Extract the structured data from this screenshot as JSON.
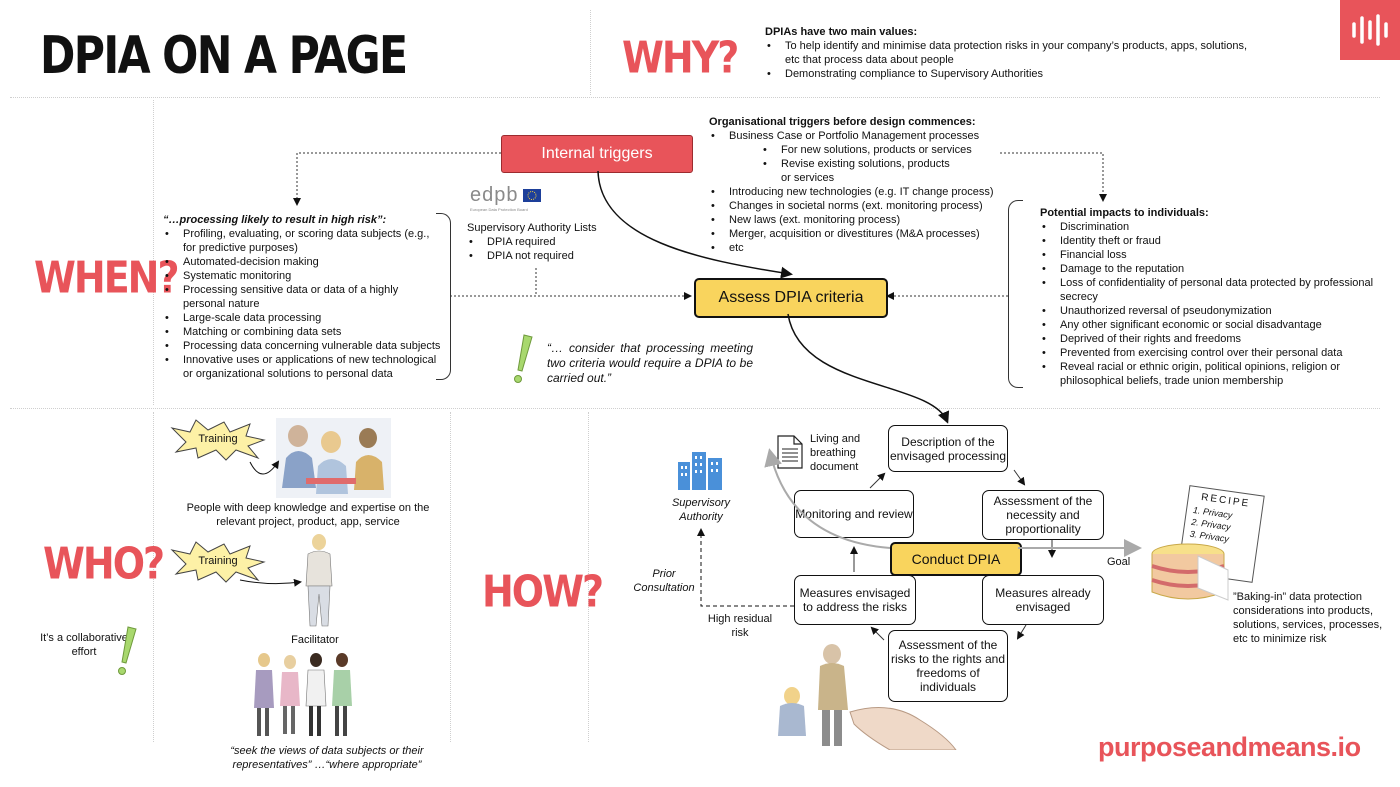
{
  "title": "DPIA ON A PAGE",
  "logo": {
    "icon": "waveform-icon",
    "color": "#e8545a"
  },
  "colors": {
    "accent": "#e8545a",
    "yellow": "#f9d45d"
  },
  "why": {
    "label": "WHY?",
    "heading": "DPIAs have two main values:",
    "items": [
      "To help identify and minimise data protection risks in your company’s products, apps, solutions, etc that process data about people",
      "Demonstrating compliance to Supervisory Authorities"
    ]
  },
  "when": {
    "label": "WHEN?",
    "internal_triggers": "Internal triggers",
    "assess": "Assess DPIA criteria",
    "high_risk": {
      "heading": "“…processing likely to result in high risk”:",
      "items": [
        "Profiling, evaluating, or scoring data subjects (e.g., for predictive purposes)",
        "Automated-decision making",
        "Systematic monitoring",
        "Processing sensitive data or data of a highly personal nature",
        "Large-scale data processing",
        "Matching or combining data sets",
        "Processing data concerning vulnerable data subjects",
        "Innovative uses or applications of new technological or organizational solutions to personal data"
      ]
    },
    "edpb": {
      "logo_text": "edpb",
      "logo_sub": "European Data Protection Board",
      "heading": "Supervisory Authority Lists",
      "items": [
        "DPIA required",
        "DPIA not required"
      ]
    },
    "org_triggers": {
      "heading": "Organisational triggers before design commences:",
      "item1": "Business Case or Portfolio Management processes",
      "sub": [
        "For new solutions, products or services",
        "Revise existing solutions, products or services"
      ],
      "items": [
        "Introducing new technologies (e.g. IT change process)",
        "Changes in societal norms (ext. monitoring process)",
        "New laws (ext. monitoring process)",
        "Merger, acquisition or divestitures (M&A processes)",
        "etc"
      ]
    },
    "impacts": {
      "heading": "Potential impacts to individuals:",
      "items": [
        "Discrimination",
        "Identity theft or fraud",
        "Financial loss",
        "Damage to the reputation",
        "Loss of confidentiality of personal data protected by professional secrecy",
        "Unauthorized reversal of pseudonymization",
        "Any other significant economic or social disadvantage",
        "Deprived of their rights and freedoms",
        "Prevented from exercising control over their personal data",
        "Reveal racial or ethnic origin, political opinions, religion or philosophical beliefs, trade union membership"
      ]
    },
    "quote": "“… consider that processing meeting two criteria would require a DPIA to be carried out.”"
  },
  "who": {
    "label": "WHO?",
    "training1": "Training",
    "training2": "Training",
    "people": "People with deep knowledge and expertise on the relevant project, product, app, service",
    "facilitator": "Facilitator",
    "collab": "It’s a collaborative effort",
    "quote": "“seek the views of data subjects or their representatives” …“where appropriate”"
  },
  "how": {
    "label": "HOW?",
    "supervisory": "Supervisory Authority",
    "prior": "Prior Consultation",
    "residual": "High residual risk",
    "living": "Living and breathing document",
    "description": "Description of the envisaged processing",
    "assessment_necessity": "Assessment of the necessity and proportionality",
    "monitoring": "Monitoring and review",
    "conduct": "Conduct DPIA",
    "measures_envisaged": "Measures envisaged to address the risks",
    "measures_already": "Measures already envisaged",
    "assessment_risks": "Assessment of the risks to the rights and freedoms of individuals",
    "goal": "Goal",
    "baking": "”Baking-in” data protection considerations into products, solutions, services, processes, etc to minimize risk",
    "recipe": {
      "title": "RECIPE",
      "items": [
        "1. Privacy",
        "2. Privacy",
        "3. Privacy"
      ]
    }
  },
  "footer": "purposeandmeans.io"
}
